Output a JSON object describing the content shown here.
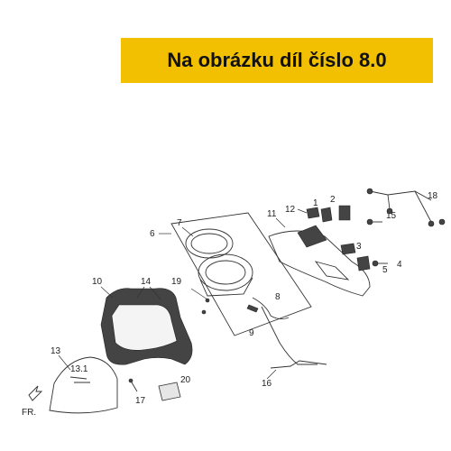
{
  "banner": {
    "text": "Na obrázku díl číslo 8.0",
    "background": "#f2c000"
  },
  "labels": {
    "p1": "1",
    "p2": "2",
    "p3": "3",
    "p4": "4",
    "p5": "5",
    "p6": "6",
    "p7": "7",
    "p8": "8",
    "p9": "9",
    "p10": "10",
    "p11": "11",
    "p12": "12",
    "p13": "13",
    "p13_1": "13.1",
    "p14": "14",
    "p15": "15",
    "p16": "16",
    "p17": "17",
    "p18": "18",
    "p19": "19",
    "p20": "20",
    "fr": "FR."
  }
}
